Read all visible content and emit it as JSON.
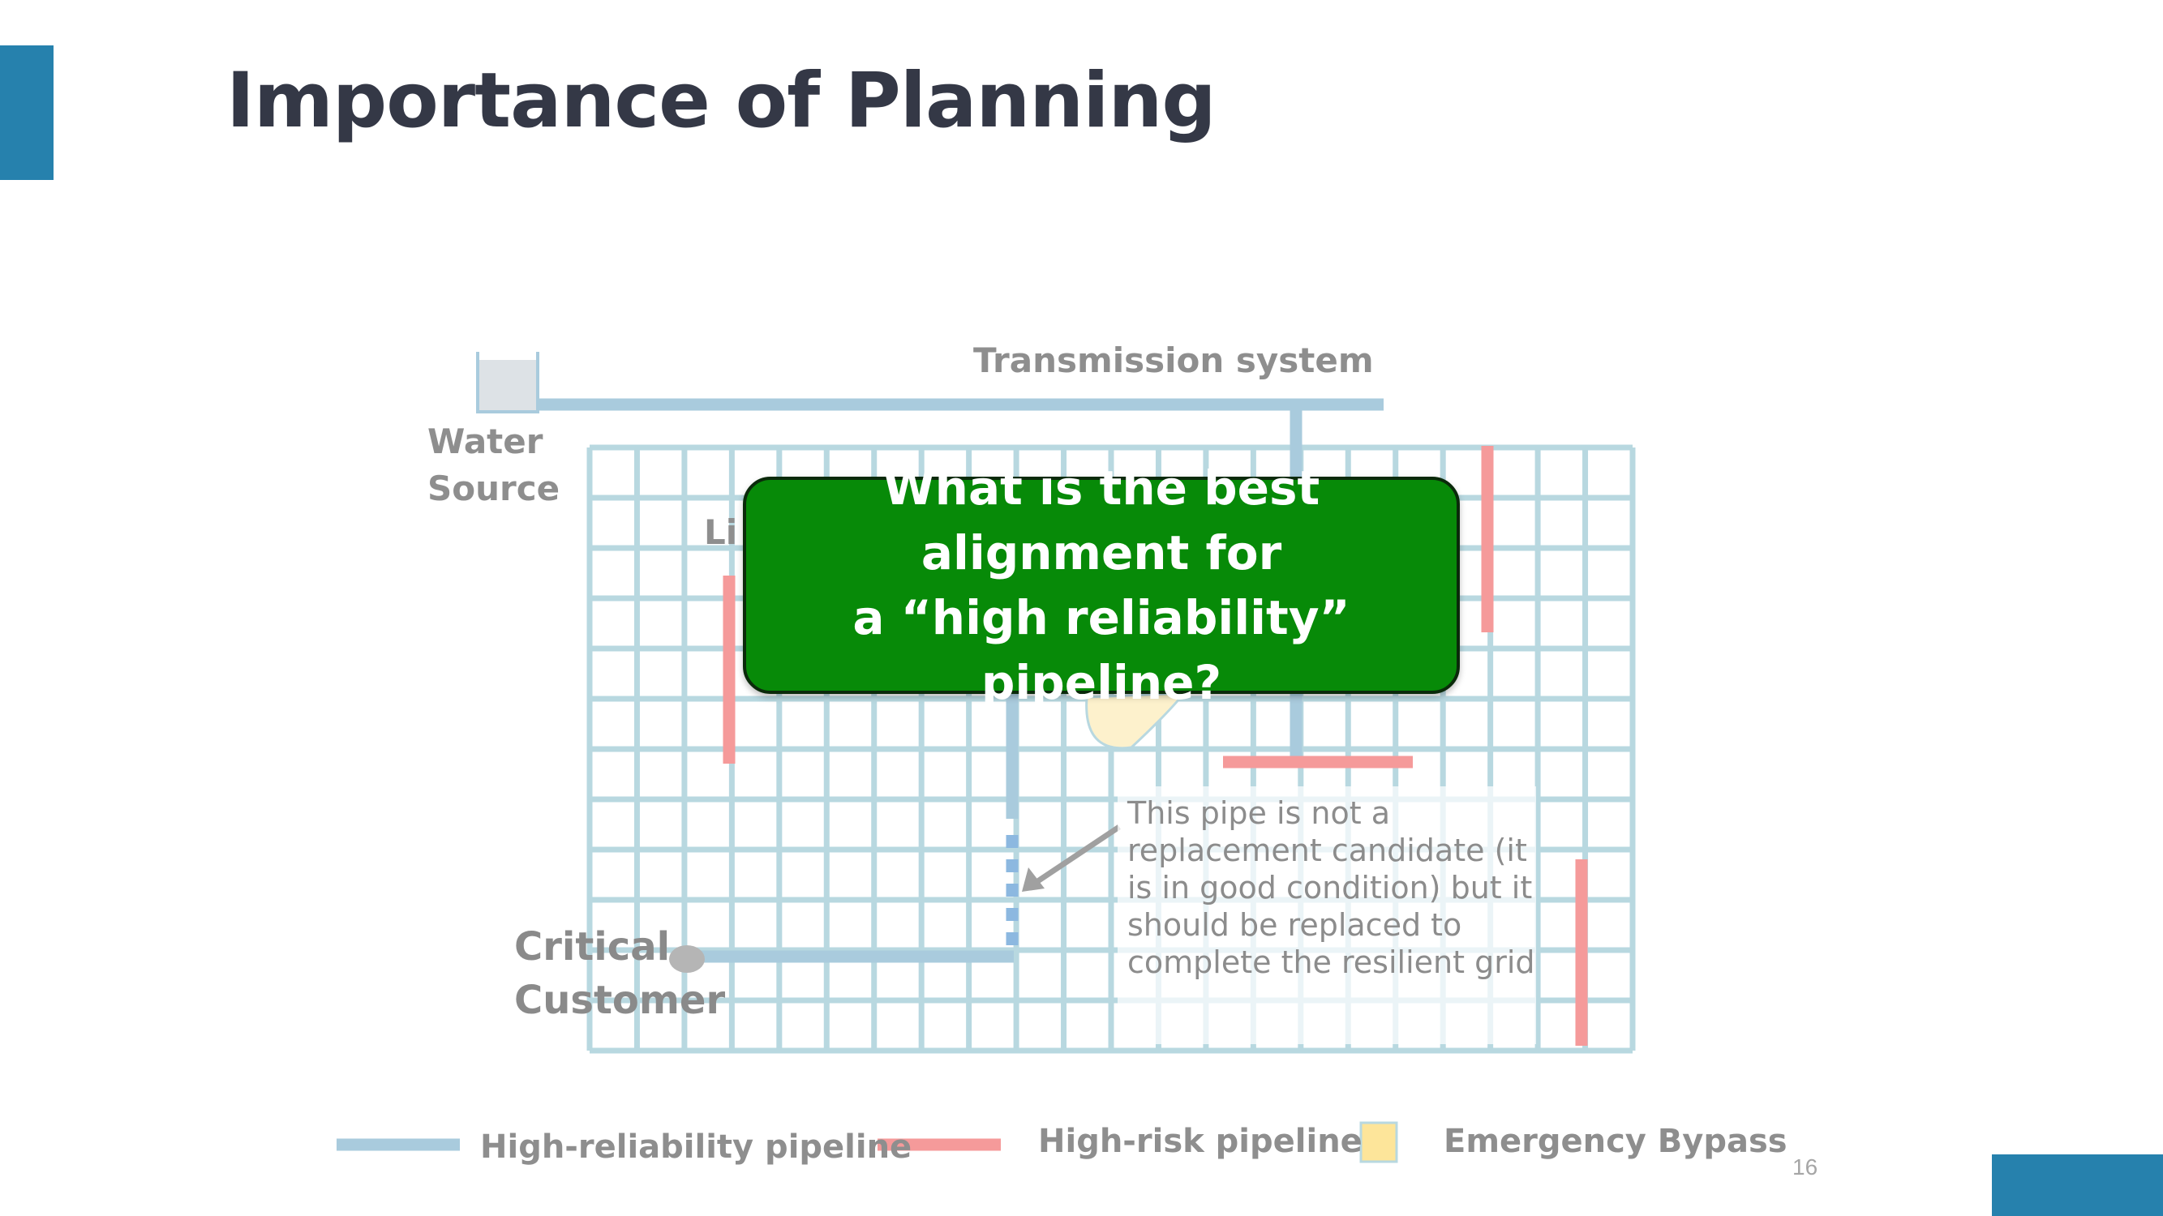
{
  "title": "Importance of Planning",
  "page_number": "16",
  "diagram": {
    "transmission_label": "Transmission system",
    "water_source_label": [
      "Water",
      "Source"
    ],
    "critical_customer_label": [
      "Critical",
      "Customer"
    ],
    "partial_label": "Li",
    "note_text": "This pipe is not a replacement candidate (it is in good condition) but it should be replaced to complete the resilient grid"
  },
  "callout": {
    "line1": "What is the best alignment for",
    "line2": "a “high reliability” pipeline?"
  },
  "legend": {
    "high_reliability": "High-reliability pipeline",
    "high_risk": "High-risk pipeline",
    "emergency_bypass": "Emergency Bypass"
  },
  "colors": {
    "accent": "#2681ad",
    "grid": "#b8d8e0",
    "high_reliability": "#a9cbdd",
    "high_risk": "#f59a9a",
    "bypass": "#fde59a",
    "callout_bg": "#078a08"
  }
}
